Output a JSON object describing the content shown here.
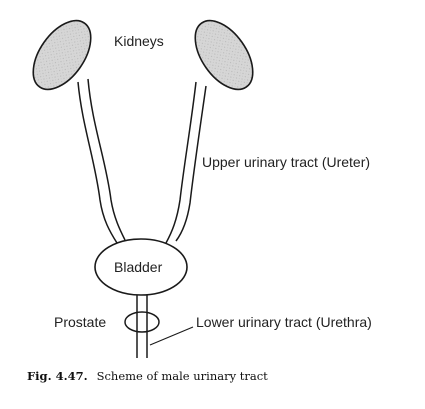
{
  "labels": {
    "kidneys": "Kidneys",
    "ureter": "Upper urinary tract (Ureter)",
    "bladder": "Bladder",
    "prostate": "Prostate",
    "urethra": "Lower urinary tract (Urethra)"
  },
  "caption": {
    "number": "Fig. 4.47.",
    "text": "Scheme of male urinary tract"
  },
  "colors": {
    "kidney_fill": "#d4d4d4",
    "outline": "#1a1a1a"
  }
}
